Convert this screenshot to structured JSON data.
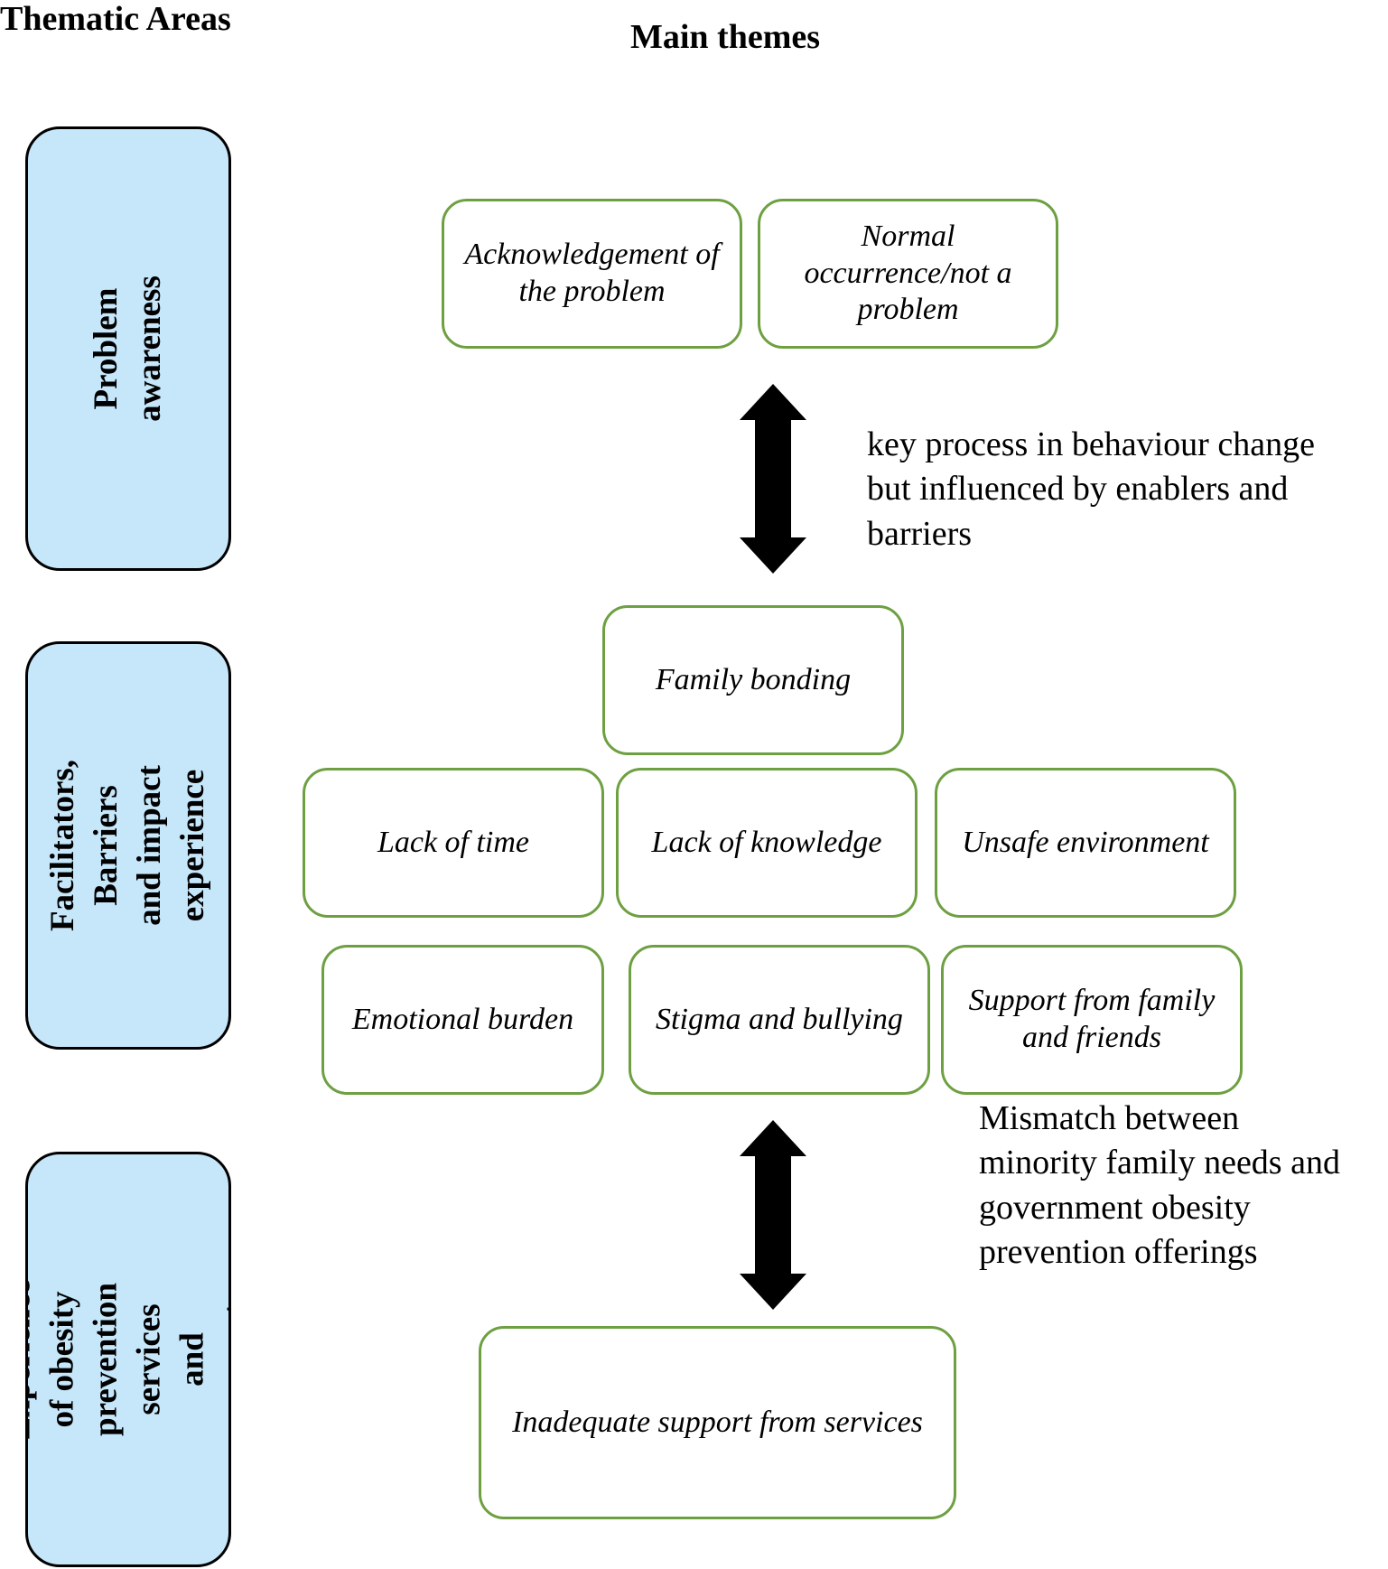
{
  "headings": {
    "thematic_areas": "Thematic Areas",
    "main_themes": "Main themes"
  },
  "areas": {
    "problem_awareness": "Problem awareness",
    "facilitators": "Facilitators, Barriers\nand impact\nexperience",
    "experience": "Experience of obesity\nprevention services\nand support"
  },
  "themes": {
    "acknowledgement": "Acknowledgement of the problem",
    "normal_occurrence": "Normal occurrence/not a problem",
    "family_bonding": "Family bonding",
    "lack_of_time": "Lack of time",
    "lack_of_knowledge": "Lack of knowledge",
    "unsafe_environment": "Unsafe environment",
    "emotional_burden": "Emotional burden",
    "stigma_bullying": "Stigma and bullying",
    "support_family_friends": "Support from family and friends",
    "inadequate_support": "Inadequate support from services"
  },
  "notes": {
    "key_process": " key process in behaviour change\nbut influenced by enablers and\nbarriers",
    "mismatch": "Mismatch between\nminority family needs and\ngovernment obesity\nprevention offerings"
  },
  "colors": {
    "area_fill": "#c6e6fa",
    "area_border": "#000000",
    "theme_border": "#6ea042",
    "arrow": "#000000"
  }
}
